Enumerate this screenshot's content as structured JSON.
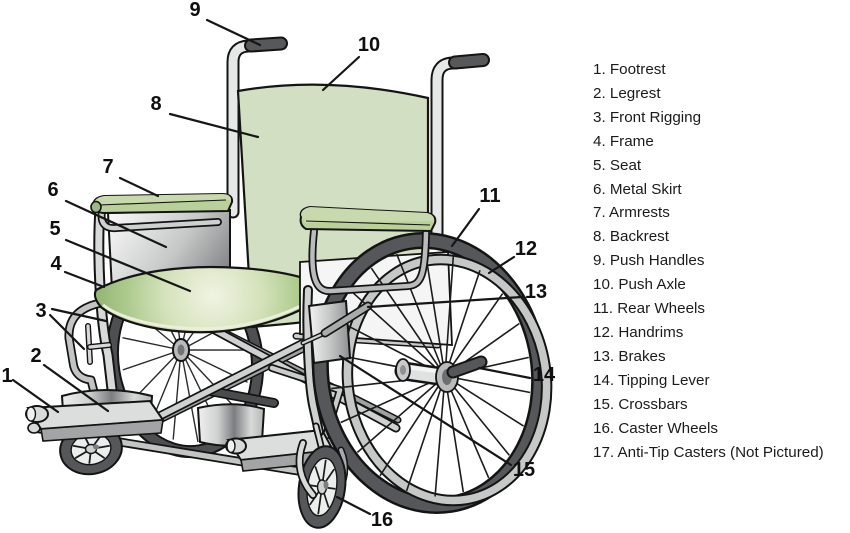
{
  "legend": {
    "items": [
      "1. Footrest",
      "2. Legrest",
      "3. Front Rigging",
      "4. Frame",
      "5. Seat",
      "6. Metal Skirt",
      "7. Armrests",
      "8. Backrest",
      "9. Push Handles",
      "10. Push Axle",
      "11. Rear Wheels",
      "12. Handrims",
      "13. Brakes",
      "14. Tipping Lever",
      "15. Crossbars",
      "16. Caster Wheels",
      "17. Anti-Tip Casters (Not Pictured)"
    ]
  },
  "callouts": [
    {
      "num": "1"
    },
    {
      "num": "2"
    },
    {
      "num": "3"
    },
    {
      "num": "4"
    },
    {
      "num": "5"
    },
    {
      "num": "6"
    },
    {
      "num": "7"
    },
    {
      "num": "8"
    },
    {
      "num": "9"
    },
    {
      "num": "10"
    },
    {
      "num": "11"
    },
    {
      "num": "12"
    },
    {
      "num": "13"
    },
    {
      "num": "14"
    },
    {
      "num": "15"
    },
    {
      "num": "16"
    }
  ],
  "colors": {
    "upholstery_green": "#d3dfc3",
    "armrest_green": "#b9d09b",
    "seat_highlight": "#f0f3e3",
    "tire_gray": "#56575a",
    "handrim_gray": "#c6c8c7",
    "frame_metal": "#d8dad9",
    "grip_dark": "#57585a",
    "text": "#1b1b1b"
  }
}
